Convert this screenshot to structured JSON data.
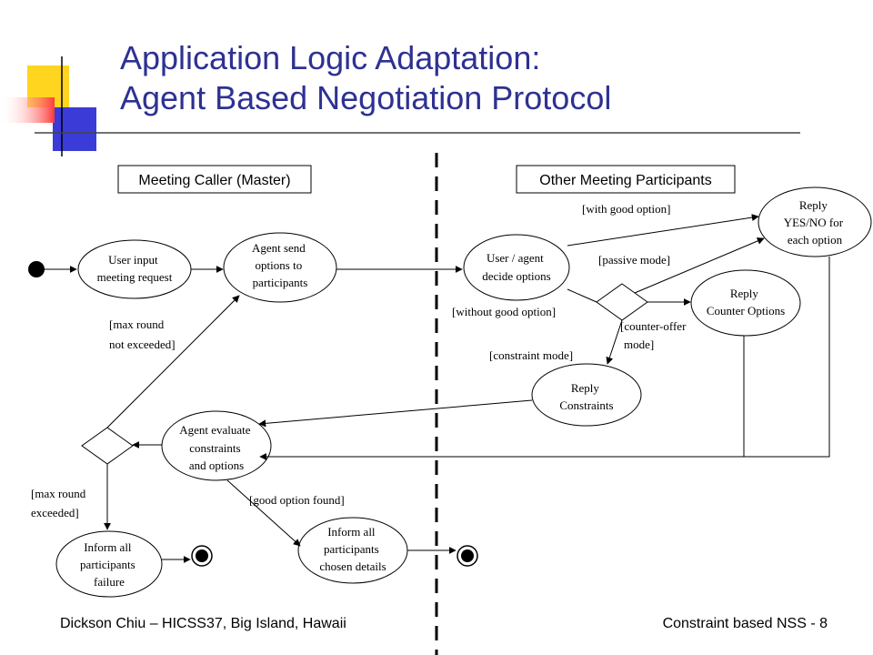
{
  "title": {
    "line1": "Application Logic Adaptation:",
    "line2": "Agent Based Negotiation Protocol"
  },
  "lanes": {
    "left": "Meeting Caller (Master)",
    "right": "Other Meeting Participants"
  },
  "nodes": {
    "user_input": [
      "User input",
      "meeting request"
    ],
    "agent_send": [
      "Agent send",
      "options to",
      "participants"
    ],
    "user_agent_decide": [
      "User / agent",
      "decide options"
    ],
    "reply_yes_no": [
      "Reply",
      "YES/NO for",
      "each option"
    ],
    "reply_counter": [
      "Reply",
      "Counter Options"
    ],
    "reply_constraints": [
      "Reply",
      "Constraints"
    ],
    "agent_evaluate": [
      "Agent evaluate",
      "constraints",
      "and options"
    ],
    "inform_failure": [
      "Inform all",
      "participants",
      "failure"
    ],
    "inform_chosen": [
      "Inform all",
      "participants",
      "chosen details"
    ]
  },
  "guards": {
    "with_good_option": "[with good option]",
    "passive_mode": "[passive mode]",
    "without_good_option": "[without good option]",
    "counter_offer_mode": [
      "[counter-offer",
      "mode]"
    ],
    "constraint_mode": "[constraint mode]",
    "max_round_not_exceeded": [
      "[max round",
      "not exceeded]"
    ],
    "max_round_exceeded": [
      "[max round",
      "exceeded]"
    ],
    "good_option_found": "[good option found]"
  },
  "footer": {
    "left": "Dickson Chiu – HICSS37, Big Island, Hawaii",
    "right": "Constraint based NSS - 8"
  },
  "colors": {
    "title": "#2e3192",
    "deco_yellow": "#ffd51f",
    "deco_blue": "#3b3bd8",
    "deco_red": "#ff3b3b"
  }
}
